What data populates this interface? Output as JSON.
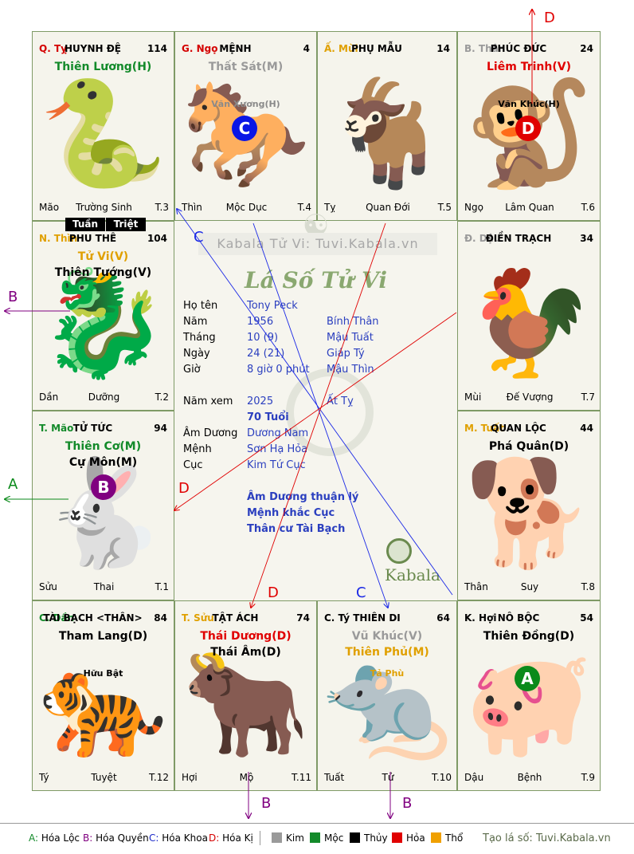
{
  "cells": [
    {
      "id": "ty",
      "can": "Q. Tỵ",
      "can_color": "#d40000",
      "palace": "HUYNH ĐỆ",
      "num": "114",
      "stars": [
        {
          "t": "Thiên Lương(H)",
          "c": "#138a2a"
        }
      ],
      "minors": [],
      "branch": "Mão",
      "phase": "Trường Sinh",
      "term": "T.3",
      "beast": "🐍"
    },
    {
      "id": "ngo",
      "can": "G. Ngọ",
      "can_color": "#d40000",
      "palace": "MỆNH",
      "num": "4",
      "stars": [
        {
          "t": "Thất Sát(M)",
          "c": "#9a9a9a"
        }
      ],
      "minors": [
        {
          "t": "Văn Xương(H)",
          "c": "#8a8a8a"
        }
      ],
      "branch": "Thìn",
      "phase": "Mộc Dục",
      "term": "T.4",
      "beast": "🐎"
    },
    {
      "id": "mui",
      "can": "Ấ. Mùi",
      "can_color": "#e0a000",
      "palace": "PHỤ MẪU",
      "num": "14",
      "stars": [],
      "minors": [],
      "branch": "Tỵ",
      "phase": "Quan Đới",
      "term": "T.5",
      "beast": "🐐"
    },
    {
      "id": "than",
      "can": "B. Thân",
      "can_color": "#9a9a9a",
      "palace": "PHÚC ĐỨC",
      "num": "24",
      "stars": [
        {
          "t": "Liêm Trinh(V)",
          "c": "#e00000"
        }
      ],
      "minors": [
        {
          "t": "Văn Khúc(H)",
          "c": "#000000"
        }
      ],
      "branch": "Ngọ",
      "phase": "Lâm Quan",
      "term": "T.6",
      "beast": "🐒"
    },
    {
      "id": "thin",
      "can": "N. Thìn",
      "can_color": "#e0a000",
      "palace": "PHU THÊ",
      "num": "104",
      "stars": [
        {
          "t": "Tử Vi(V)",
          "c": "#e0a000"
        },
        {
          "t": "Thiên Tướng(V)",
          "c": "#000000"
        }
      ],
      "minors": [],
      "branch": "Dần",
      "phase": "Dưỡng",
      "term": "T.2",
      "beast": "🐉"
    },
    {
      "id": "dau",
      "can": "Đ. Dậu",
      "can_color": "#9a9a9a",
      "palace": "ĐIỀN TRẠCH",
      "num": "34",
      "stars": [],
      "minors": [],
      "branch": "Mùi",
      "phase": "Đế Vượng",
      "term": "T.7",
      "beast": "🐓"
    },
    {
      "id": "mao",
      "can": "T. Mão",
      "can_color": "#138a2a",
      "palace": "TỬ TỨC",
      "num": "94",
      "stars": [
        {
          "t": "Thiên Cơ(M)",
          "c": "#138a2a"
        },
        {
          "t": "Cự Môn(M)",
          "c": "#000000"
        }
      ],
      "minors": [],
      "branch": "Sửu",
      "phase": "Thai",
      "term": "T.1",
      "beast": "🐇"
    },
    {
      "id": "tuat",
      "can": "M. Tuất",
      "can_color": "#e0a000",
      "palace": "QUAN LỘC",
      "num": "44",
      "stars": [
        {
          "t": "Phá Quân(D)",
          "c": "#000000"
        }
      ],
      "minors": [],
      "branch": "Thân",
      "phase": "Suy",
      "term": "T.8",
      "beast": "🐕"
    },
    {
      "id": "dan",
      "can": "C. Dần",
      "can_color": "#138a2a",
      "palace": "TÀI BẠCH <THÂN>",
      "num": "84",
      "stars": [
        {
          "t": "Tham Lang(D)",
          "c": "#000000"
        }
      ],
      "minors": [
        {
          "t": "Hữu Bật",
          "c": "#000000"
        }
      ],
      "branch": "Tý",
      "phase": "Tuyệt",
      "term": "T.12",
      "beast": "🐅"
    },
    {
      "id": "suu",
      "can": "T. Sửu",
      "can_color": "#e0a000",
      "palace": "TẬT ÁCH",
      "num": "74",
      "stars": [
        {
          "t": "Thái Dương(D)",
          "c": "#e00000"
        },
        {
          "t": "Thái Âm(D)",
          "c": "#000000"
        }
      ],
      "minors": [],
      "branch": "Hợi",
      "phase": "Mộ",
      "term": "T.11",
      "beast": "🐂"
    },
    {
      "id": "ti",
      "can": "C. Tý",
      "can_color": "#000000",
      "palace": "THIÊN DI",
      "num": "64",
      "stars": [
        {
          "t": "Vũ Khúc(V)",
          "c": "#9a9a9a"
        },
        {
          "t": "Thiên Phủ(M)",
          "c": "#e0a000"
        }
      ],
      "minors": [
        {
          "t": "Tả Phù",
          "c": "#e0a000"
        }
      ],
      "branch": "Tuất",
      "phase": "Tử",
      "term": "T.10",
      "beast": "🐀"
    },
    {
      "id": "hoi",
      "can": "K. Hợi",
      "can_color": "#000000",
      "palace": "NÔ BỘC",
      "num": "54",
      "stars": [
        {
          "t": "Thiên Đồng(D)",
          "c": "#000000"
        }
      ],
      "minors": [],
      "branch": "Dậu",
      "phase": "Bệnh",
      "term": "T.9",
      "beast": "🐖"
    }
  ],
  "tuan": "Tuần",
  "triet": "Triệt",
  "center": {
    "watermark": "Kabala Tử Vi: Tuvi.Kabala.vn",
    "title": "Lá Số Tử Vi",
    "rows": [
      {
        "label": "Họ tên",
        "v1": "Tony Peck",
        "v2": ""
      },
      {
        "label": "Năm",
        "v1": "1956",
        "v2": "Bính Thân"
      },
      {
        "label": "Tháng",
        "v1": "10 (9)",
        "v2": "Mậu Tuất"
      },
      {
        "label": "Ngày",
        "v1": "24  (21)",
        "v2": "Giáp Tý"
      },
      {
        "label": "Giờ",
        "v1": "8 giờ 0 phút",
        "v2": "Mậu Thìn"
      }
    ],
    "nam_xem_label": "Năm xem",
    "nam_xem": "2025",
    "nam_xem_can": "Ất Tỵ",
    "tuoi": "70 Tuổi",
    "rows2": [
      {
        "label": "Âm Dương",
        "v1": "Dương Nam"
      },
      {
        "label": "Mệnh",
        "v1": "Sơn Hạ Hỏa"
      },
      {
        "label": "Cục",
        "v1": "Kim Tứ Cục"
      }
    ],
    "notes": [
      "Âm Dương thuận lý",
      "Mệnh khắc Cục",
      "Thân cư Tài Bạch"
    ],
    "brand": "Kabala"
  },
  "circles": [
    {
      "letter": "C",
      "color": "#0a16e6"
    },
    {
      "letter": "D",
      "color": "#e00000"
    },
    {
      "letter": "B",
      "color": "#800080"
    },
    {
      "letter": "A",
      "color": "#0a8a1a"
    }
  ],
  "arrow_labels": [
    "D",
    "B",
    "A",
    "C",
    "D",
    "D",
    "C",
    "B",
    "B"
  ],
  "legend": {
    "hoa": [
      {
        "k": "A:",
        "v": " Hóa Lộc",
        "c": "#138a2a"
      },
      {
        "k": "B:",
        "v": " Hóa Quyền",
        "c": "#800080"
      },
      {
        "k": "C:",
        "v": " Hóa Khoa",
        "c": "#1a28c8"
      },
      {
        "k": "D:",
        "v": " Hóa Kị",
        "c": "#d40000"
      }
    ],
    "elements": [
      {
        "t": "Kim",
        "c": "#9a9a9a"
      },
      {
        "t": "Mộc",
        "c": "#138a2a"
      },
      {
        "t": "Thủy",
        "c": "#000000"
      },
      {
        "t": "Hỏa",
        "c": "#e00000"
      },
      {
        "t": "Thổ",
        "c": "#f0a000"
      }
    ],
    "site": "Tạo lá số: Tuvi.Kabala.vn"
  }
}
